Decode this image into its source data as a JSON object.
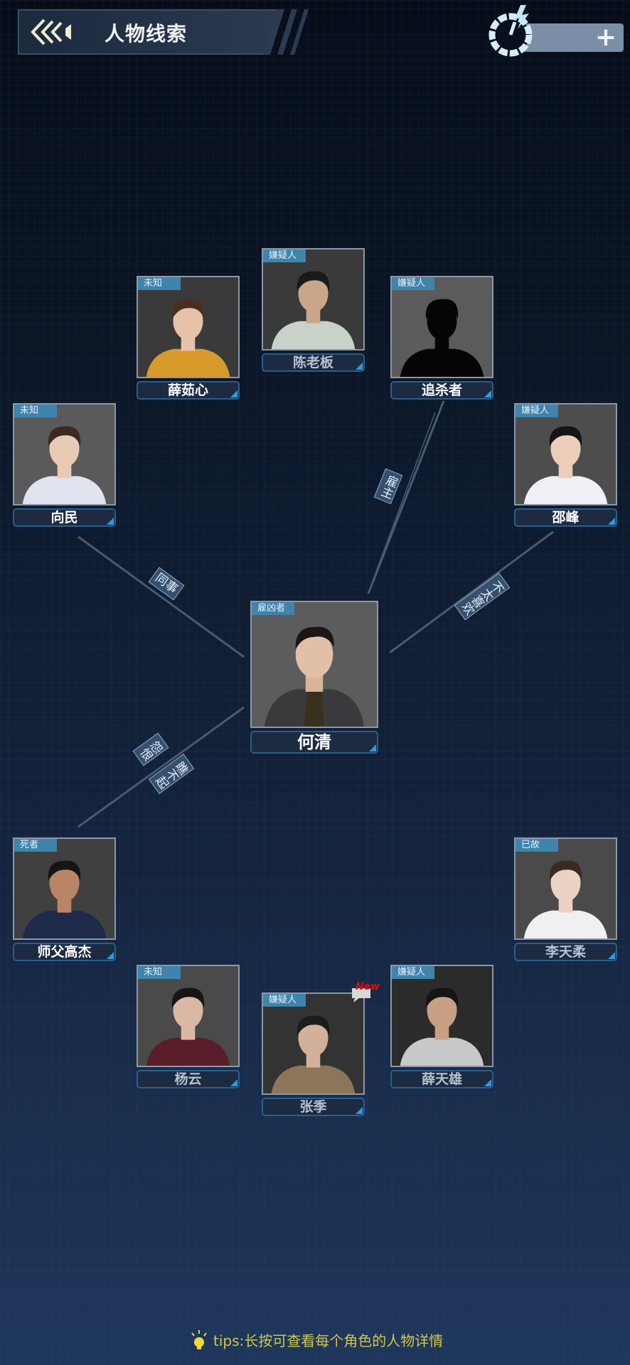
{
  "header": {
    "title": "人物线索",
    "back_icon": "triple-chevron-left-icon",
    "energy_icon": "power-timer-icon",
    "plus": "+"
  },
  "center": {
    "id": "heqing",
    "name": "何清",
    "tag": "雇凶者"
  },
  "characters": [
    {
      "id": "chenlaoban",
      "name": "陈老板",
      "tag": "嫌疑人",
      "highlight": false,
      "skin": "#caa58a",
      "hair": "#1a1a1a",
      "clothes": "#c9d2c8",
      "bg": "#3a3a3a"
    },
    {
      "id": "xueruxin",
      "name": "薛茹心",
      "tag": "未知",
      "highlight": true,
      "skin": "#e6c2a8",
      "hair": "#4a2e20",
      "clothes": "#d89a2a",
      "bg": "#3a3a3a"
    },
    {
      "id": "zhuishazhe",
      "name": "追杀者",
      "tag": "嫌疑人",
      "highlight": true,
      "skin": "#050505",
      "hair": "#050505",
      "clothes": "#050505",
      "bg": "#5b5b5b"
    },
    {
      "id": "xiangmin",
      "name": "向民",
      "tag": "未知",
      "highlight": true,
      "skin": "#e8c9b4",
      "hair": "#3a2a20",
      "clothes": "#dfe4ee",
      "bg": "#5a5a5a"
    },
    {
      "id": "shaofeng",
      "name": "邵峰",
      "tag": "嫌疑人",
      "highlight": true,
      "skin": "#ebcdb9",
      "hair": "#151515",
      "clothes": "#eef0f5",
      "bg": "#4d4d4d"
    },
    {
      "id": "shifugaojie",
      "name": "师父高杰",
      "tag": "死者",
      "highlight": true,
      "skin": "#b98566",
      "hair": "#151515",
      "clothes": "#1e2a4a",
      "bg": "#404040"
    },
    {
      "id": "litianrou",
      "name": "李天柔",
      "tag": "已故",
      "highlight": false,
      "skin": "#ecd2c2",
      "hair": "#3b2a22",
      "clothes": "#f0f0f0",
      "bg": "#4a4a4a"
    },
    {
      "id": "yangyun",
      "name": "杨云",
      "tag": "未知",
      "highlight": false,
      "skin": "#d9b8a4",
      "hair": "#1a1414",
      "clothes": "#5a1e2a",
      "bg": "#4a4a4a"
    },
    {
      "id": "zhangji",
      "name": "张季",
      "tag": "嫌疑人",
      "highlight": false,
      "skin": "#d2b09a",
      "hair": "#1c1c1c",
      "clothes": "#8d7559",
      "bg": "#333333"
    },
    {
      "id": "xuetianxiong",
      "name": "薛天雄",
      "tag": "嫌疑人",
      "highlight": false,
      "skin": "#c9a083",
      "hair": "#151515",
      "clothes": "#c8c8ca",
      "bg": "#2b2b2b"
    }
  ],
  "relations": [
    {
      "from": "zhuishazhe",
      "label": "雇主"
    },
    {
      "from": "xiangmin",
      "label": "同事"
    },
    {
      "from": "shaofeng",
      "label": "不太喜欢"
    },
    {
      "from": "shifugaojie",
      "label": "怨恨"
    },
    {
      "from": "shifugaojie",
      "label": "瞧不起"
    }
  ],
  "new_badge": "New",
  "tips": {
    "icon": "lightbulb-icon",
    "text": "tips:长按可查看每个角色的人物详情"
  },
  "colors": {
    "tag": "#3f84ad",
    "name_border": "#2a5f8a",
    "accent": "#2c9ce0",
    "tips": "#cfc84a"
  }
}
